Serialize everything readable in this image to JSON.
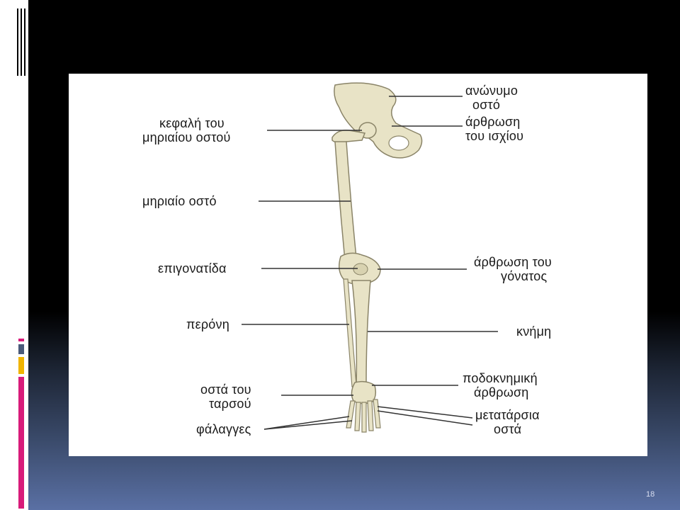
{
  "slide": {
    "page_number": "18",
    "accent_colors": [
      "#d81b7a",
      "#4a5a7a",
      "#f0b400",
      "#d81b7a"
    ]
  },
  "diagram": {
    "labels_right": [
      {
        "key": "hip",
        "lines": [
          "ανώνυμο",
          "οστό"
        ]
      },
      {
        "key": "hip_joint",
        "lines": [
          "άρθρωση",
          "του ισχίου"
        ]
      },
      {
        "key": "knee_joint",
        "lines": [
          "άρθρωση του",
          "γόνατος"
        ]
      },
      {
        "key": "tibia",
        "lines": [
          "κνήμη"
        ]
      },
      {
        "key": "ankle",
        "lines": [
          "ποδοκνημική",
          "άρθρωση"
        ]
      },
      {
        "key": "metatarsal",
        "lines": [
          "μετατάρσια",
          "οστά"
        ]
      }
    ],
    "labels_left": [
      {
        "key": "femur_head",
        "lines": [
          "κεφαλή του",
          "μηριαίου οστού"
        ]
      },
      {
        "key": "femur",
        "lines": [
          "μηριαίο οστό"
        ]
      },
      {
        "key": "patella",
        "lines": [
          "επιγονατίδα"
        ]
      },
      {
        "key": "fibula",
        "lines": [
          "περόνη"
        ]
      },
      {
        "key": "tarsal",
        "lines": [
          "οστά του",
          "ταρσού"
        ]
      },
      {
        "key": "phalanges",
        "lines": [
          "φάλαγγες"
        ]
      }
    ]
  }
}
